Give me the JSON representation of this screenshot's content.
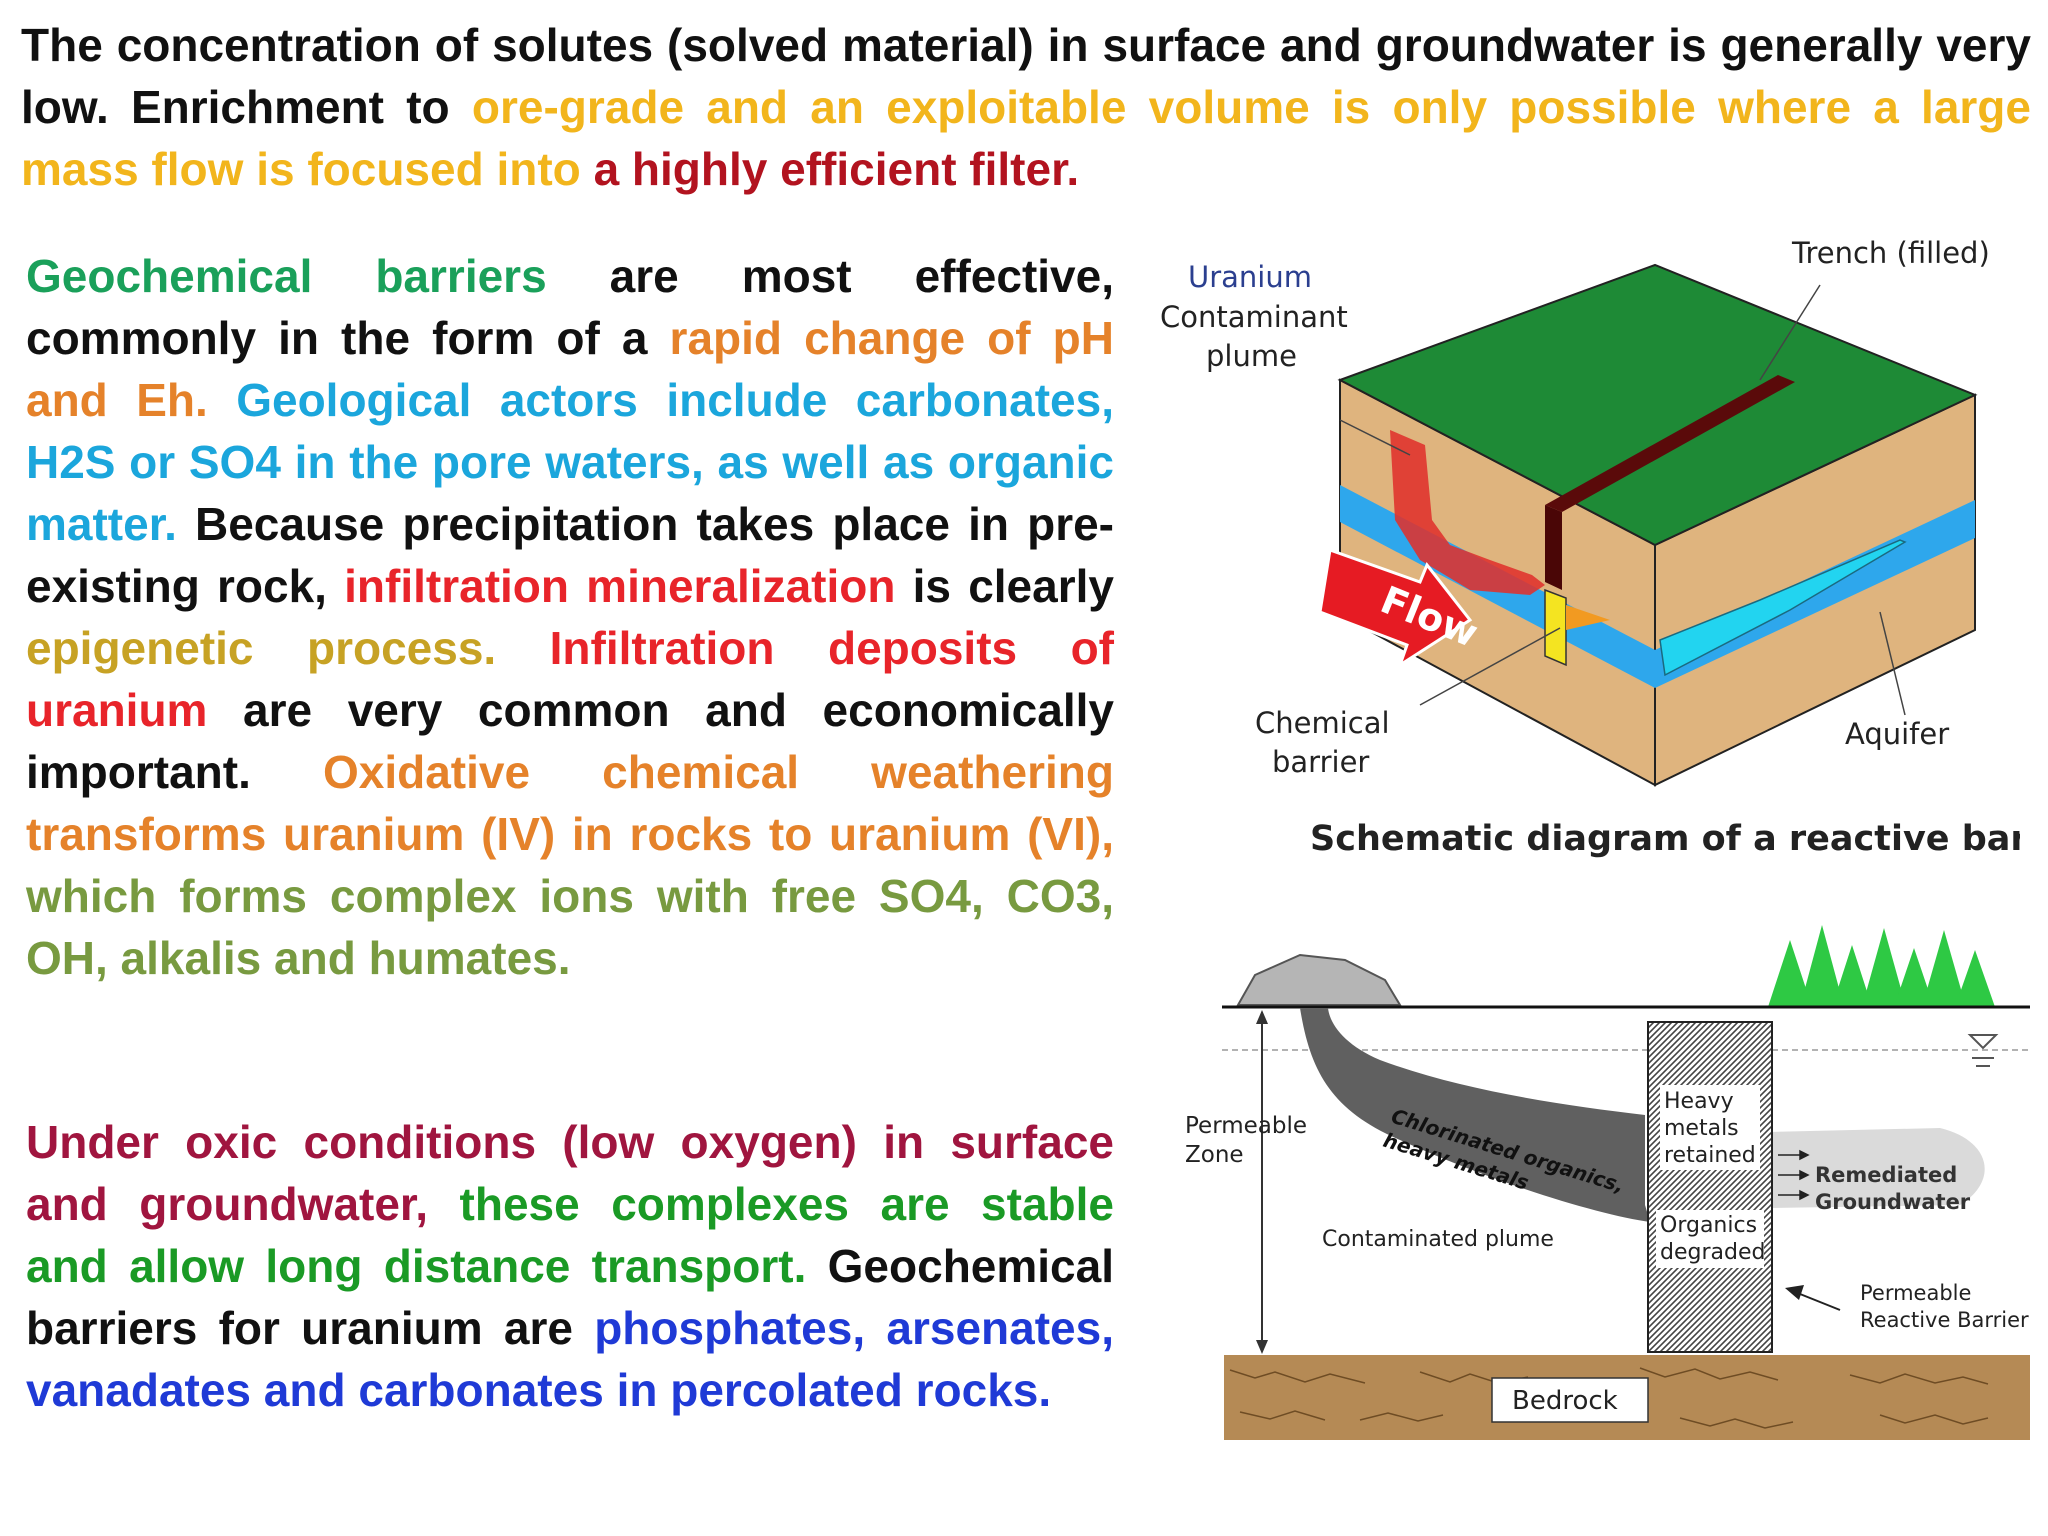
{
  "intro": {
    "a": "The concentration of solutes (solved material) in surface and groundwater is generally very low. Enrichment to ",
    "b": "ore-grade and an exploitable volume is only possible where a large mass flow is focused into ",
    "c": "a highly efficient filter."
  },
  "para1": {
    "s1": "Geochemical barriers",
    "s2": " are most effective, commonly in the form of a ",
    "s3": "rapid change of pH and Eh.",
    "s4": " Geological actors include carbonates, H2S or SO4 in the pore waters, as well as organic matter.",
    "s5": " Because precipitation takes place in pre-existing rock, ",
    "s6": "infiltration mineralization",
    "s7": " is clearly ",
    "s8": "epigenetic process.",
    "s9": " Infiltration deposits of uranium",
    "s10": " are very common and economically important. ",
    "s11": "Oxidative chemical weathering transforms uranium (IV) in rocks to uranium (VI),",
    "s12": " which forms complex ions with free SO4, CO3, OH, alkalis and humates."
  },
  "para2": {
    "s1": "Under oxic conditions (low oxygen) in surface and groundwater,",
    "s2": " these complexes are stable and allow long distance transport.",
    "s3": " Geochemical barriers for uranium are ",
    "s4": "phosphates, arsenates, vanadates and carbonates in percolated rocks."
  },
  "diagram1": {
    "label_uranium": "Uranium",
    "label_contaminant": "Contaminant",
    "label_plume": "plume",
    "label_trench": "Trench (filled)",
    "label_flow": "Flow",
    "label_chemical": "Chemical",
    "label_barrier": "barrier",
    "label_aquifer": "Aquifer",
    "caption": "Schematic diagram of a reactive barrier.",
    "colors": {
      "top": "#1e8a36",
      "soil": "#dfb47e",
      "aquifer": "#2ea7ec",
      "trench": "#5a0a0a",
      "plume": "#e0312c",
      "barrier": "#f4e421"
    }
  },
  "diagram2": {
    "label_permeable": "Permeable",
    "label_zone": "Zone",
    "label_chlorinated": "Chlorinated organics,",
    "label_heavy": "heavy metals",
    "label_contaminated": "Contaminated plume",
    "label_heavy_metals": "Heavy",
    "label_metals": "metals",
    "label_retained": "retained",
    "label_organics": "Organics",
    "label_degraded": "degraded",
    "label_remediated": "Remediated",
    "label_groundwater": "Groundwater",
    "label_prb1": "Permeable",
    "label_prb2": "Reactive Barrier",
    "label_bedrock": "Bedrock"
  }
}
